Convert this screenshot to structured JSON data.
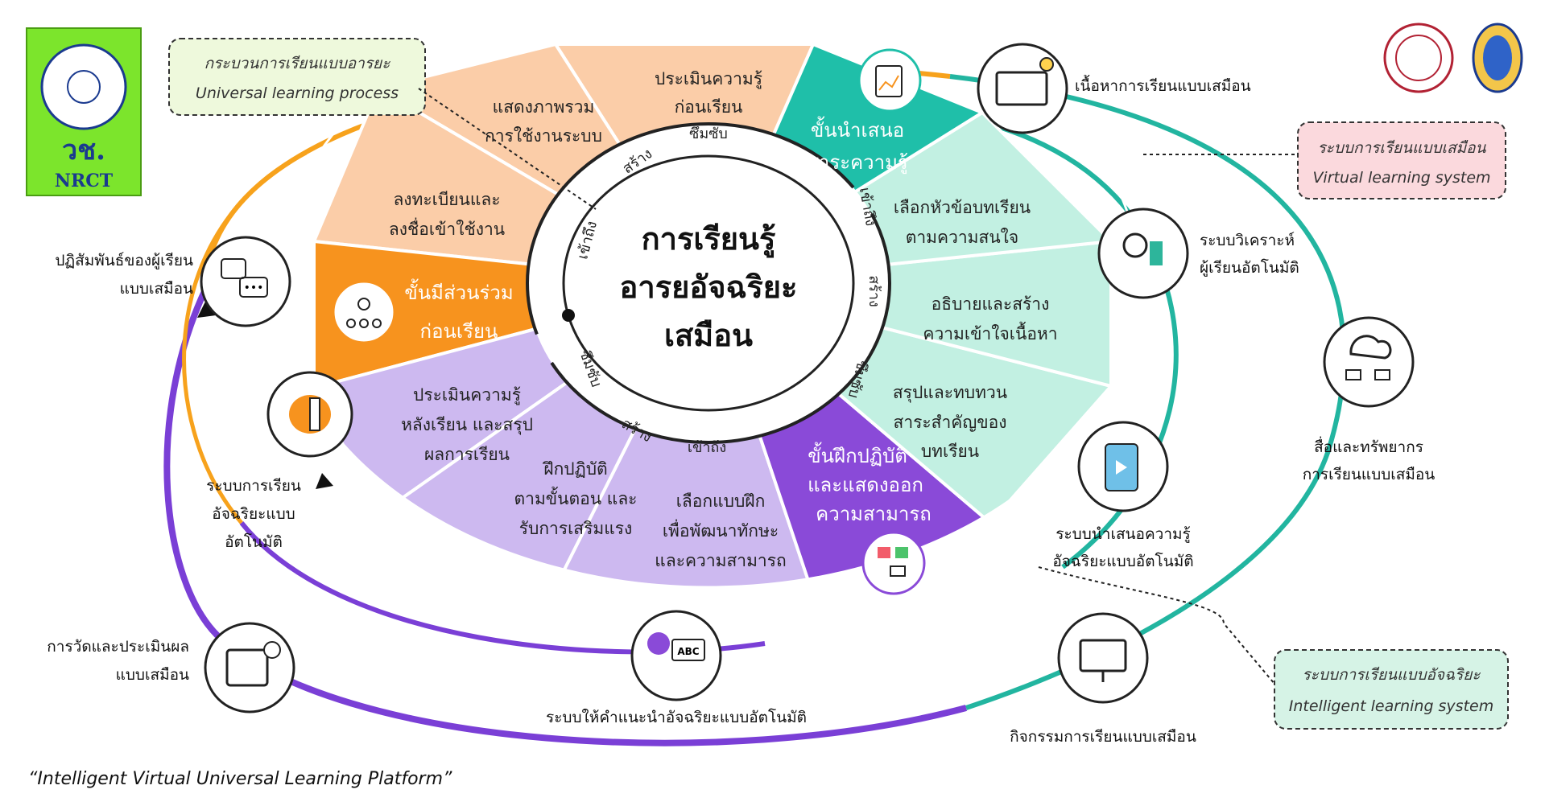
{
  "logo": {
    "line1": "วช.",
    "line2": "NRCT",
    "bg": "#7ce52c"
  },
  "center": {
    "line1": "การเรียนรู้",
    "line2": "อารยอัจฉริยะ",
    "line3": "เสมือน"
  },
  "segments": {
    "orange": [
      {
        "lines": [
          "ประเมินความรู้",
          "ก่อนเรียน"
        ]
      },
      {
        "lines": [
          "แสดงภาพรวม",
          "การใช้งานระบบ"
        ]
      },
      {
        "lines": [
          "ลงทะเบียนและ",
          "ลงชื่อเข้าใช้งาน"
        ]
      }
    ],
    "orange_main": {
      "lines": [
        "ขั้นมีส่วนร่วม",
        "ก่อนเรียน"
      ]
    },
    "teal_main": {
      "lines": [
        "ขั้นนำเสนอ",
        "สาระความรู้"
      ]
    },
    "teal": [
      {
        "lines": [
          "เลือกหัวข้อบทเรียน",
          "ตามความสนใจ"
        ]
      },
      {
        "lines": [
          "อธิบายและสร้าง",
          "ความเข้าใจเนื้อหา"
        ]
      },
      {
        "lines": [
          "สรุปและทบทวน",
          "สาระสำคัญของ",
          "บทเรียน"
        ]
      }
    ],
    "purple_main": {
      "lines": [
        "ขั้นฝึกปฏิบัติ",
        "และแสดงออก",
        "ความสามารถ"
      ]
    },
    "purple": [
      {
        "lines": [
          "เลือกแบบฝึก",
          "เพื่อพัฒนาทักษะ",
          "และความสามารถ"
        ]
      },
      {
        "lines": [
          "ฝึกปฏิบัติ",
          "ตามขั้นตอน และ",
          "รับการเสริมแรง"
        ]
      },
      {
        "lines": [
          "ประเมินความรู้",
          "หลังเรียน และสรุป",
          "ผลการเรียน"
        ]
      }
    ]
  },
  "ring_labels": {
    "top": [
      "เข้าถึง",
      "สร้าง",
      "ซึมซับ"
    ],
    "right": [
      "เข้าถึง",
      "สร้าง",
      "ซึมซับ"
    ],
    "bottom": [
      "เข้าถึง",
      "สร้าง",
      "ซึมซับ"
    ]
  },
  "outer_nodes": {
    "content": "เนื้อหาการเรียนแบบเสมือน",
    "analysis": [
      "ระบบวิเคราะห์",
      "ผู้เรียนอัตโนมัติ"
    ],
    "media": [
      "สื่อและทรัพยากร",
      "การเรียนแบบเสมือน"
    ],
    "presentation": [
      "ระบบนำเสนอความรู้",
      "อัจฉริยะแบบอัตโนมัติ"
    ],
    "activity": "กิจกรรมการเรียนแบบเสมือน",
    "advice": "ระบบให้คำแนะนำอัจฉริยะแบบอัตโนมัติ",
    "assessment": [
      "การวัดและประเมินผล",
      "แบบเสมือน"
    ],
    "intelligent_system": [
      "ระบบการเรียน",
      "อัจฉริยะแบบ",
      "อัตโนมัติ"
    ],
    "interaction": [
      "ปฏิสัมพันธ์ของผู้เรียน",
      "แบบเสมือน"
    ]
  },
  "callouts": {
    "universal": {
      "th": "กระบวนการเรียนแบบอารยะ",
      "en": "Universal learning process",
      "bg": "#eef9dc"
    },
    "virtual": {
      "th": "ระบบการเรียนแบบเสมือน",
      "en": "Virtual learning system",
      "bg": "#fbd9dd"
    },
    "intelligent": {
      "th": "ระบบการเรียนแบบอัจฉริยะ",
      "en": "Intelligent learning system",
      "bg": "#d6f3e6"
    }
  },
  "footer": "“Intelligent Virtual Universal Learning Platform”",
  "colors": {
    "orange_light": "#fbcda8",
    "orange": "#f7931e",
    "teal_light": "#c2f0e2",
    "teal": "#1fbfa9",
    "purple_light": "#cdb9f0",
    "purple": "#8a4ad8",
    "orbit_teal": "#22b5a0",
    "orbit_orange": "#f7a21c",
    "orbit_purple": "#7a3fd6"
  }
}
